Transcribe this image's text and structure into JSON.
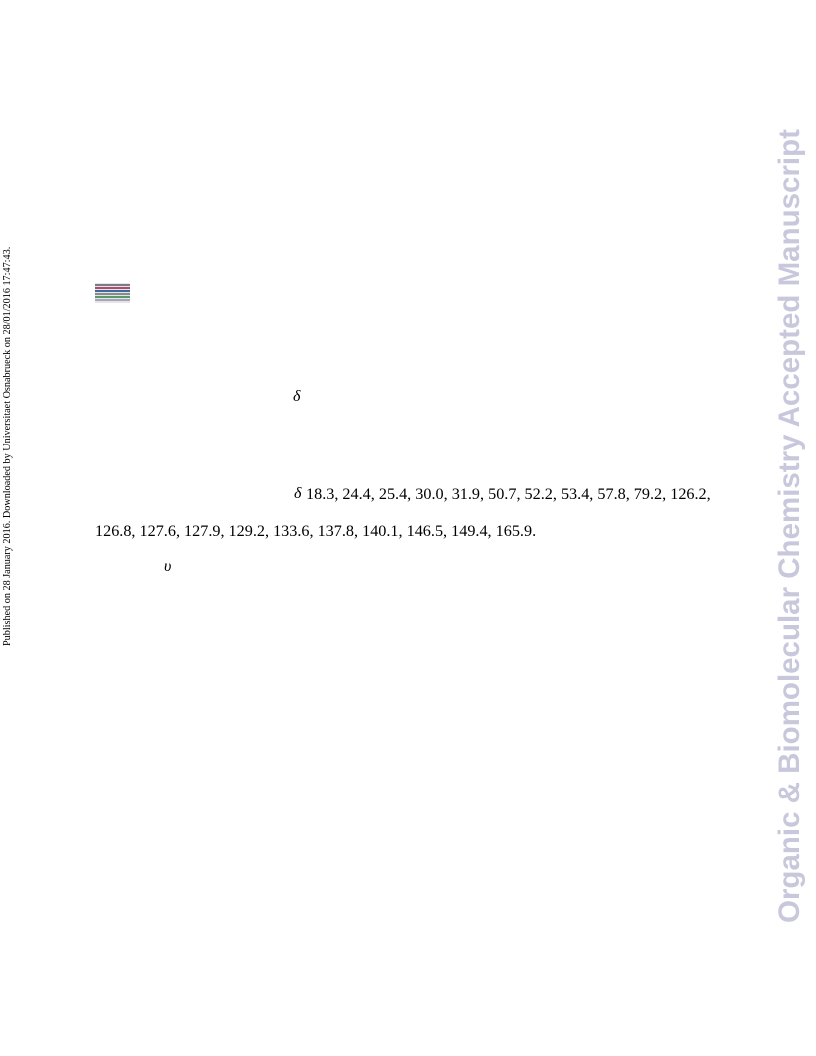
{
  "side_note": "Published on 28 January 2016. Downloaded by Universitaet Osnabrueck on 28/01/2016 17:47:43.",
  "watermark": "Organic & Biomolecular Chemistry Accepted Manuscript",
  "symbols": {
    "delta": "δ",
    "nu": "υ"
  },
  "carbon_nmr": {
    "line1": "18.3, 24.4, 25.4, 30.0, 31.9, 50.7, 52.2, 53.4, 57.8, 79.2, 126.2,",
    "line2": "126.8, 127.6, 127.9, 129.2, 133.6, 137.8, 140.1, 146.5, 149.4, 165.9."
  },
  "colors": {
    "watermark": "#c8c8dc",
    "text": "#000000"
  }
}
